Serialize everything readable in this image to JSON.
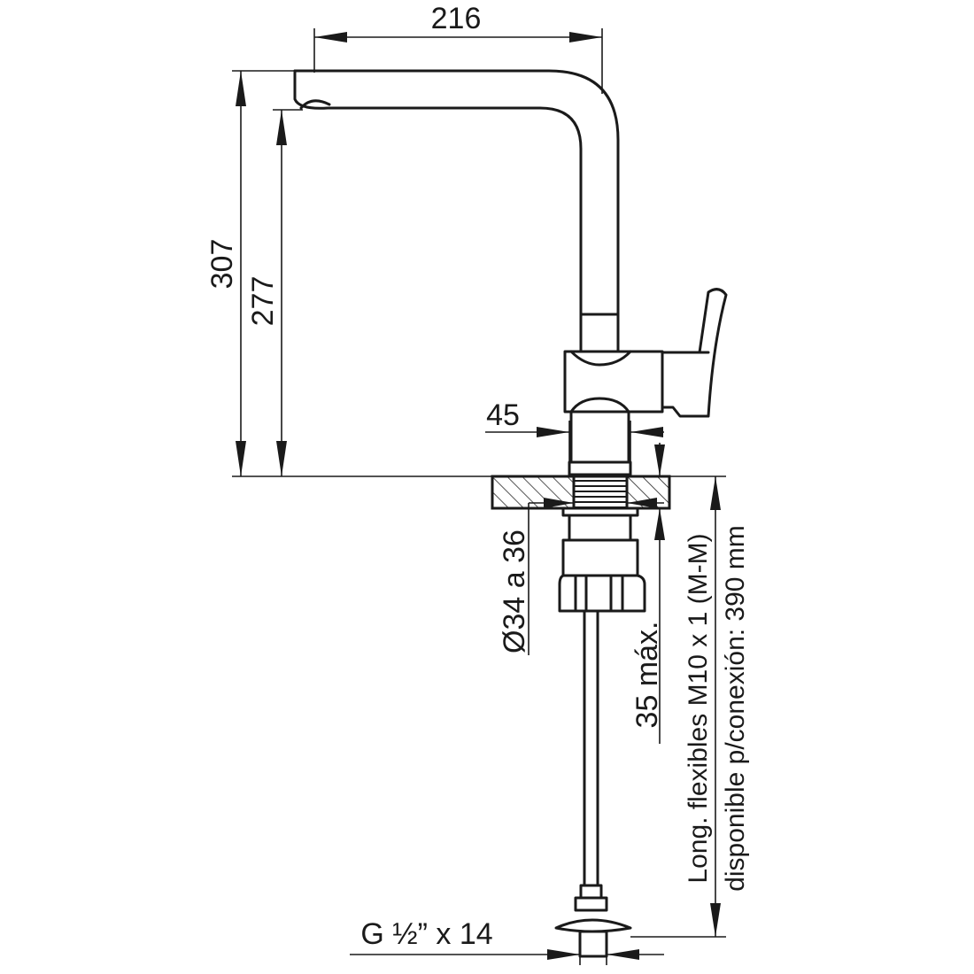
{
  "labels": {
    "width_spout": "216",
    "height_total": "307",
    "height_outlet": "277",
    "base_diameter": "45",
    "hole_diameter": "Ø34 a 36",
    "max_thickness": "35 máx.",
    "connection_thread": "G ½” x 14",
    "flexibles_line1": "Long. flexibles M10 x 1 (M-M)",
    "flexibles_line2": "disponible p/conexión: 390 mm"
  },
  "colors": {
    "line": "#1a1a1a",
    "background": "#ffffff"
  }
}
